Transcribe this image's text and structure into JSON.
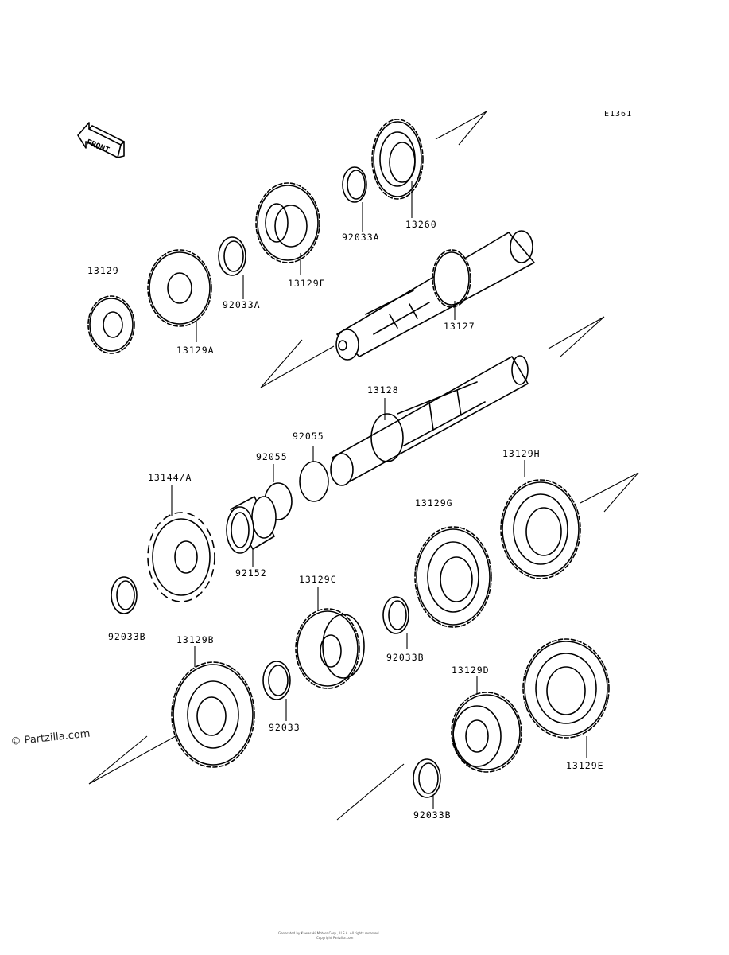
{
  "diagram_code": "E1361",
  "front_arrow_label": "FRONT",
  "watermark": "© Partzilla.com",
  "footer_line1": "Generated by Kawasaki Motors Corp., U.S.A. All rights reserved.",
  "footer_line2": "Copyright Partzilla.com",
  "parts": {
    "p13260": "13260",
    "p92033A_top": "92033A",
    "p13129F": "13129F",
    "p92033A_mid": "92033A",
    "p13129": "13129",
    "p13129A": "13129A",
    "p13127": "13127",
    "p13128": "13128",
    "p92055_a": "92055",
    "p92055_b": "92055",
    "p13144A": "13144/A",
    "p92152": "92152",
    "p13129H": "13129H",
    "p13129G": "13129G",
    "p13129C": "13129C",
    "p92033B_left": "92033B",
    "p92033B_mid": "92033B",
    "p13129B": "13129B",
    "p92033": "92033",
    "p13129D": "13129D",
    "p13129E": "13129E",
    "p92033B_bottom": "92033B"
  }
}
